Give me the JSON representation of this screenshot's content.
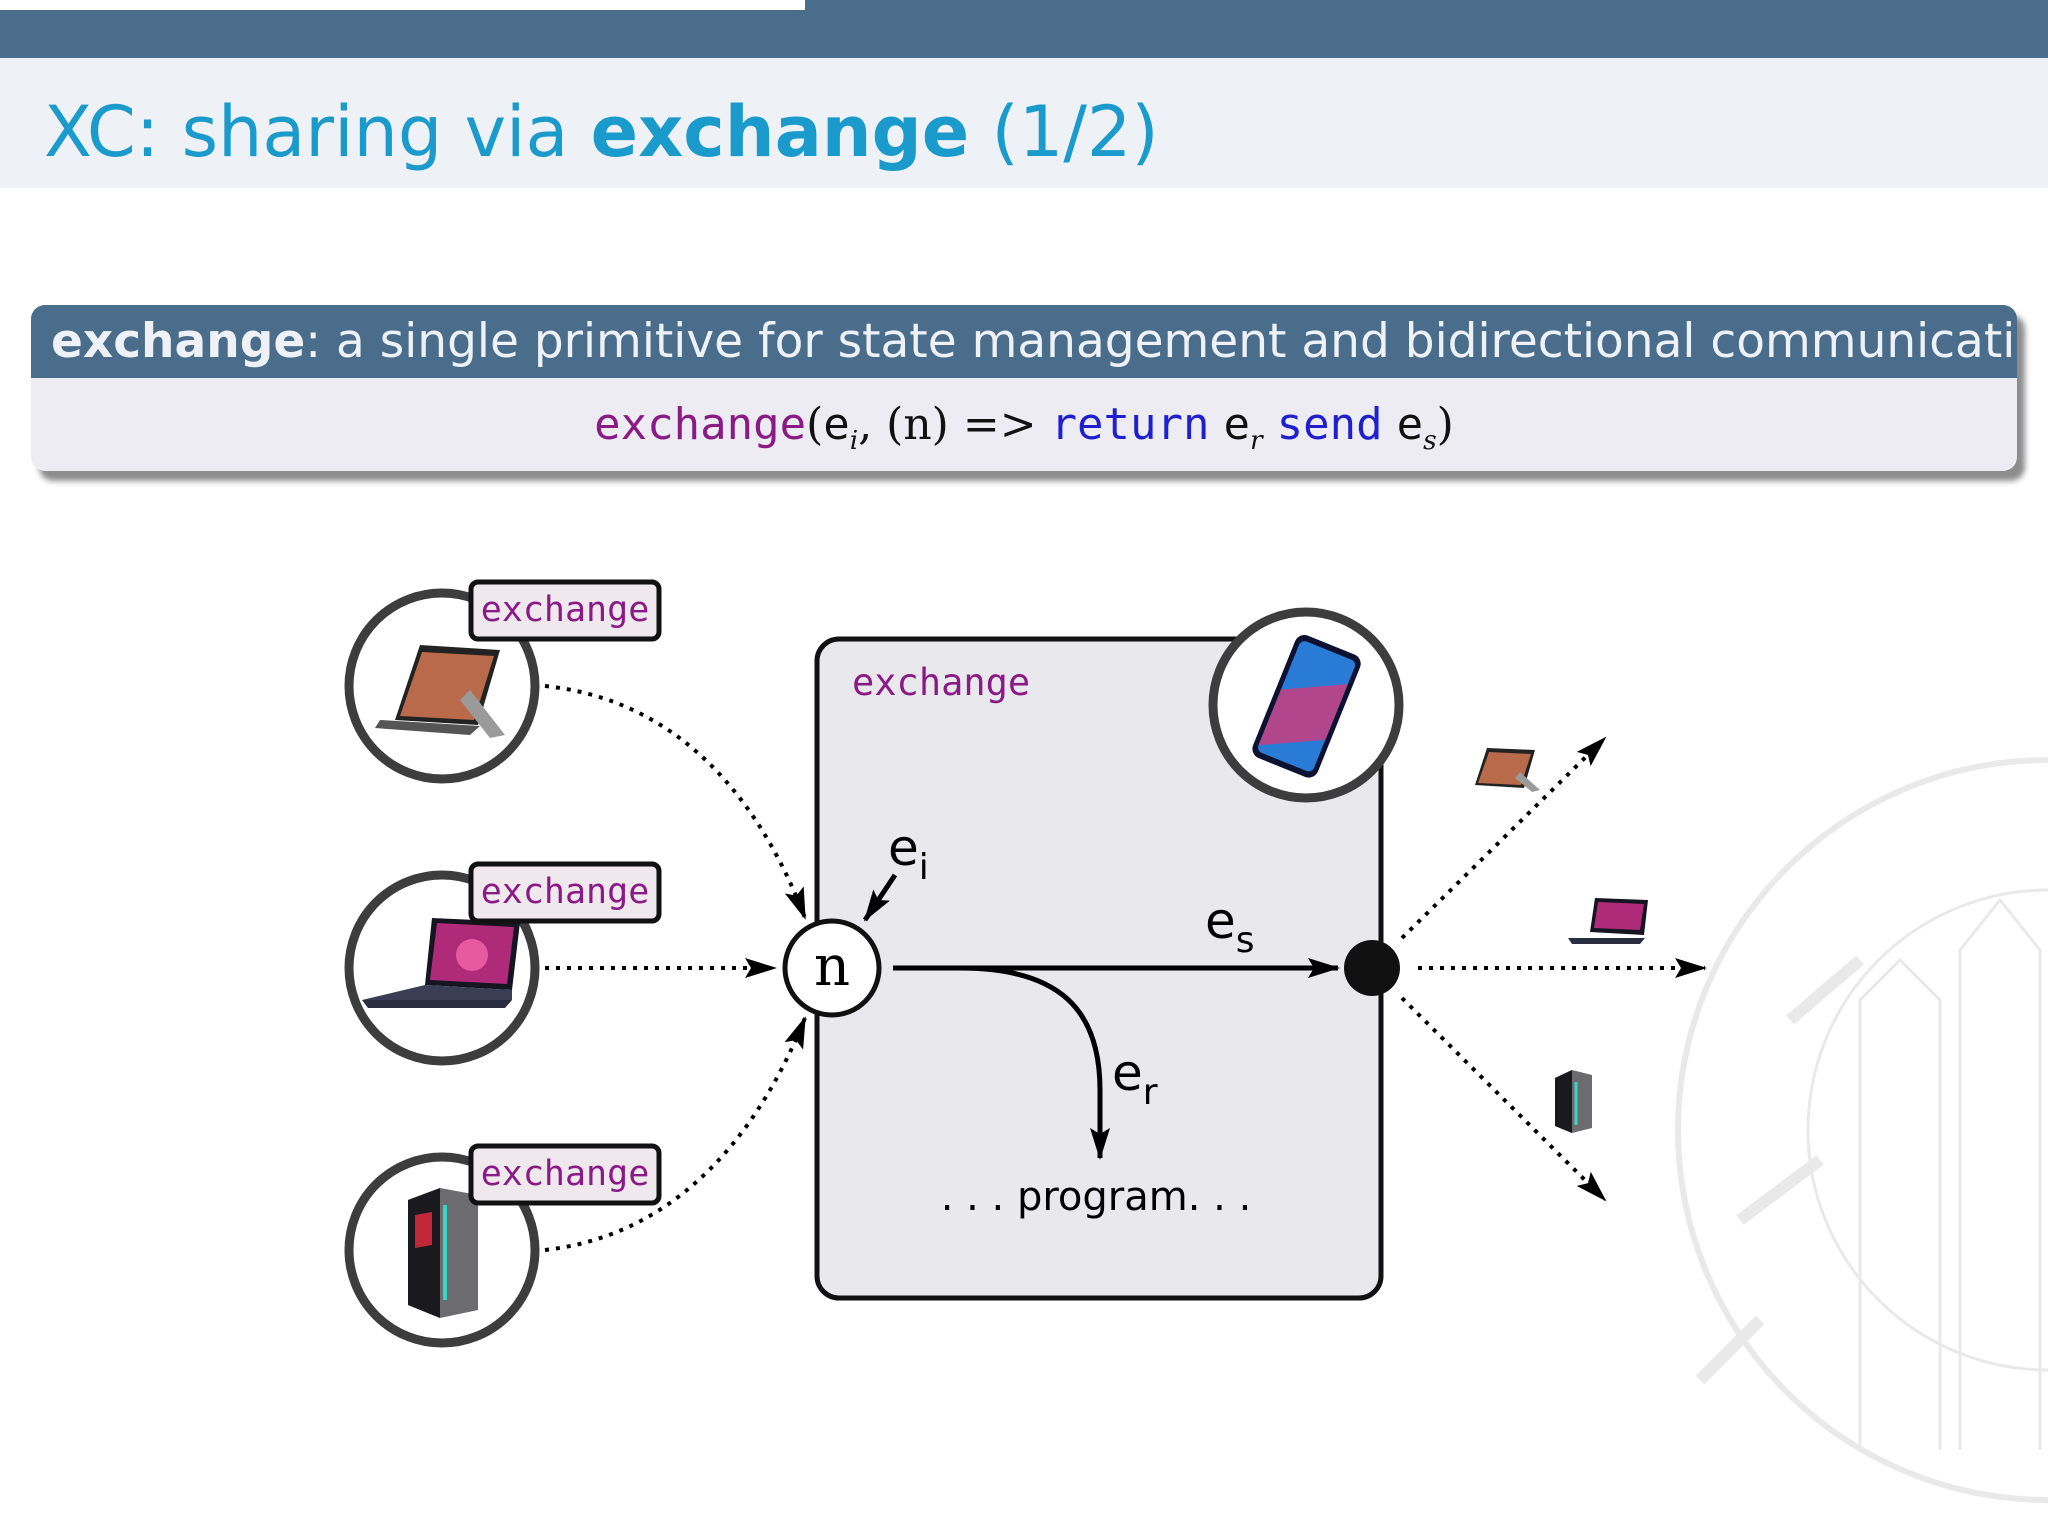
{
  "slide": {
    "title_prefix": "XC: sharing via ",
    "title_bold": "exchange",
    "title_suffix": " (1/2)"
  },
  "block": {
    "header_bold": "exchange",
    "header_rest": ": a single primitive for state management and bidirectional communication",
    "formula": {
      "fn": "exchange",
      "open": "(",
      "ei_base": "e",
      "ei_sub": "i",
      "comma_n": ", (n) => ",
      "kw_return": "return",
      "er_base": "e",
      "er_sub": "r",
      "kw_send": "send",
      "es_base": "e",
      "es_sub": "s",
      "close": ")"
    }
  },
  "diagram": {
    "exchange_tag": "exchange",
    "box_label": "exchange",
    "node_label": "n",
    "ei_label": "e",
    "ei_sub": "i",
    "es_label": "e",
    "es_sub": "s",
    "er_label": "e",
    "er_sub": "r",
    "program_label": ". . . program. . .",
    "device_icons": [
      "tablet-icon",
      "laptop-icon",
      "desktop-tower-icon",
      "smartphone-icon"
    ]
  }
}
